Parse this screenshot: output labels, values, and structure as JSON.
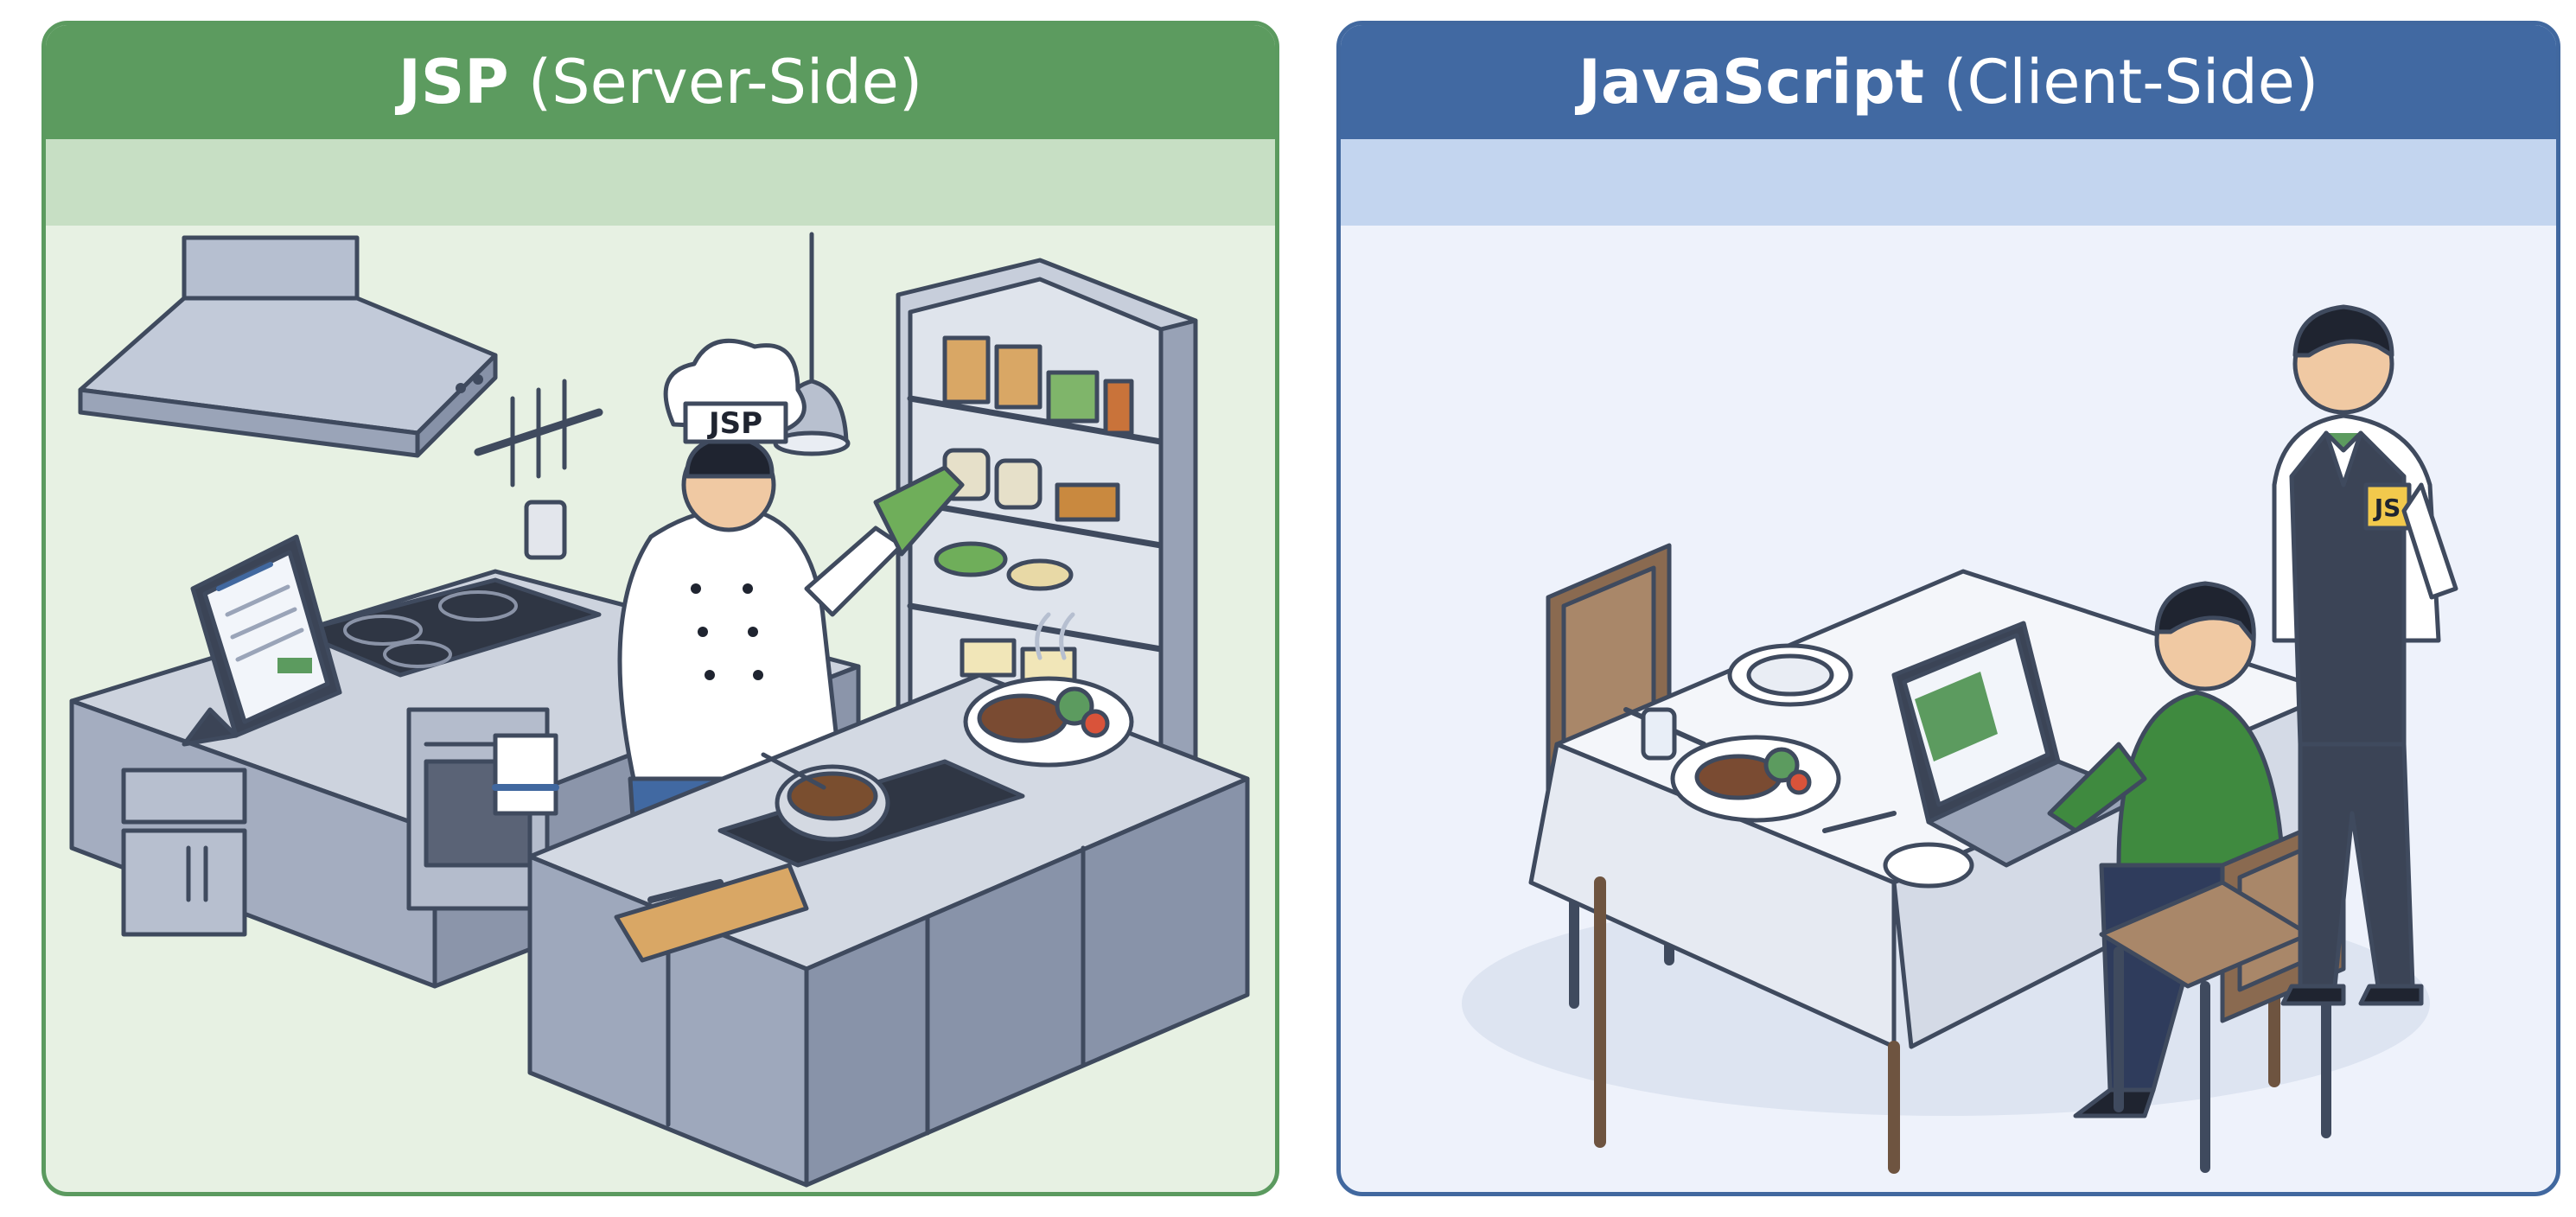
{
  "panels": {
    "left": {
      "title_bold": "JSP",
      "title_rest": "(Server-Side)",
      "hat_label": "JSP"
    },
    "right": {
      "title_bold": "JavaScript",
      "title_rest": "(Client-Side)",
      "badge_label": "JS"
    }
  },
  "colors": {
    "server_green": "#5c9b5f",
    "client_blue": "#4169a2",
    "steel": "#a9b3c6",
    "jacket_green": "#3f8a3f",
    "badge_yellow": "#f2c94c"
  },
  "icons": [
    "chef-figure",
    "waiter-figure",
    "customer-figure",
    "laptop-icon",
    "tablet-icon",
    "steak-plate-icon"
  ]
}
